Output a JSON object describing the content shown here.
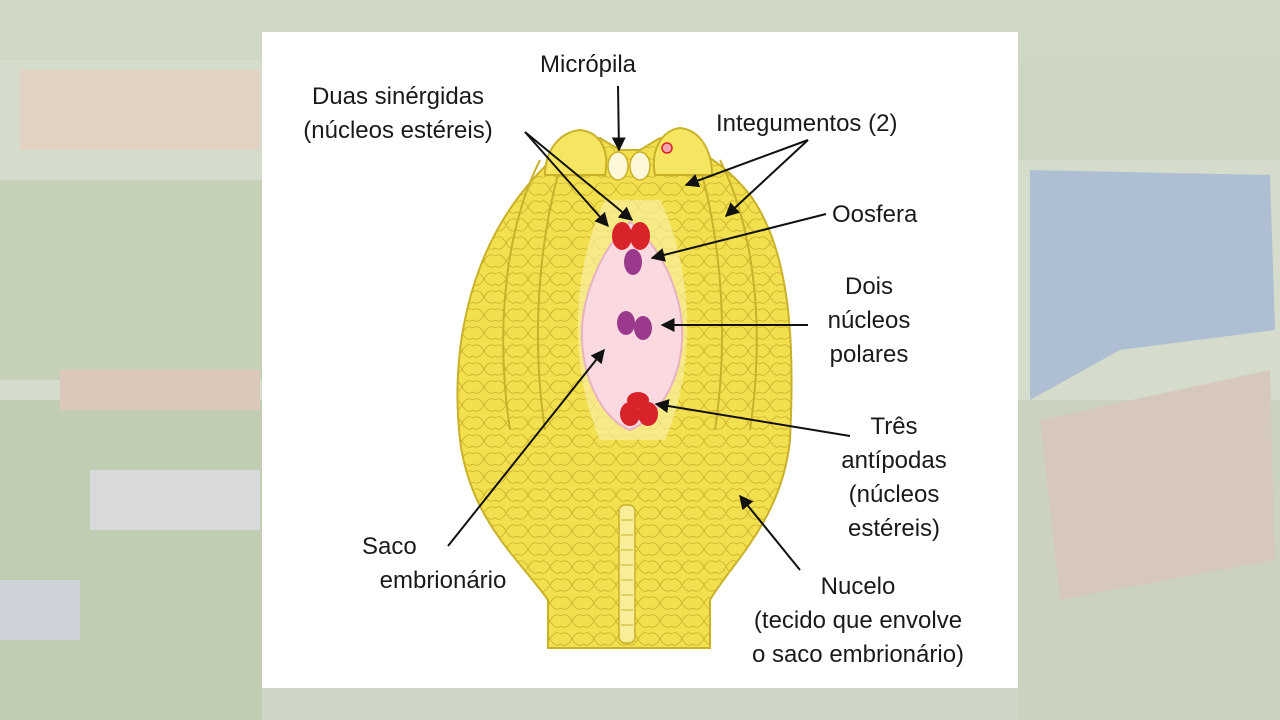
{
  "colors": {
    "tissue": "#f3e04f",
    "tissue_edge": "#c9b12a",
    "sac": "#fbd9e0",
    "red_cells": "#d8232a",
    "purple_cells": "#9b3a8c"
  },
  "labels": {
    "micropila": "Micrópila",
    "sinergidas_1": "Duas sinérgidas",
    "sinergidas_2": "(núcleos estéreis)",
    "integumentos": "Integumentos (2)",
    "oosfera": "Oosfera",
    "polares_1": "Dois",
    "polares_2": "núcleos",
    "polares_3": "polares",
    "antipodas_1": "Três",
    "antipodas_2": "antípodas",
    "antipodas_3": "(núcleos",
    "antipodas_4": "estéreis)",
    "saco_1": "Saco",
    "saco_2": "embrionário",
    "nucelo_1": "Nucelo",
    "nucelo_2": "(tecido que envolve",
    "nucelo_3": "o saco embrionário)"
  }
}
